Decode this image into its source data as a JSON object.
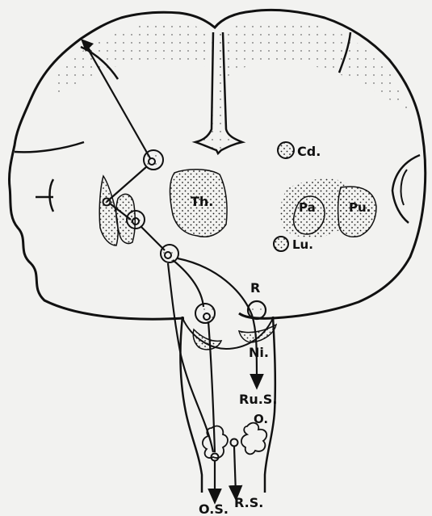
{
  "labels": {
    "cd": "Cd.",
    "th": "Th.",
    "pa": "Pa",
    "pu": "Pu.",
    "lu": "Lu.",
    "r": "R",
    "ni": "Ni.",
    "rus": "Ru.S.",
    "o_upper": "O.",
    "os": "O.S.",
    "rs": "R.S."
  },
  "colors": {
    "ink": "#111111",
    "paper": "#f2f2f0",
    "stipple": "#1a1a1a"
  }
}
